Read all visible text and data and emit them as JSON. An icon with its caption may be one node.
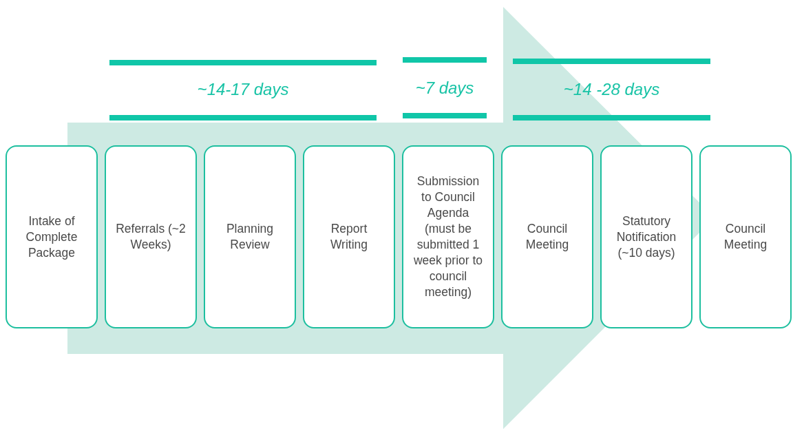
{
  "diagram": {
    "nodes": [
      {
        "text": [
          "Intake of Complete Package"
        ]
      },
      {
        "text": [
          "Referrals (~2 Weeks)"
        ]
      },
      {
        "text": [
          "Planning Review"
        ]
      },
      {
        "text": [
          "Report Writing"
        ]
      },
      {
        "text": [
          "Submission to Council Agenda (must be submitted 1 week prior to council meeting)"
        ]
      },
      {
        "text": [
          "Council Meeting"
        ]
      },
      {
        "text": [
          "Statutory Notification (~10 days)"
        ]
      },
      {
        "text": [
          "Council Meeting"
        ]
      }
    ],
    "edges": [
      {
        "from": 0,
        "to": 7,
        "arrow": "to"
      }
    ],
    "labels": [
      "~14-17 days",
      "~7 days",
      "~14 -28 days"
    ]
  }
}
